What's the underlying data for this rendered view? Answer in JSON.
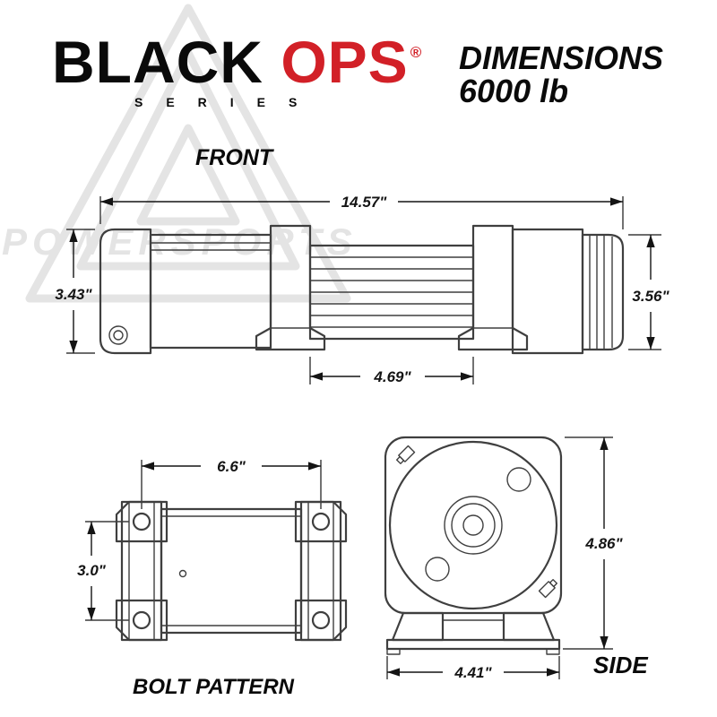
{
  "header": {
    "brand_black": "BLACK",
    "brand_ops": "OPS",
    "brand_reg": "®",
    "brand_series": "SERIES",
    "title_line1": "DIMENSIONS",
    "title_line2": "6000 lb"
  },
  "watermark": {
    "text": "POWERSPORTS"
  },
  "views": {
    "front": {
      "label": "FRONT",
      "dim_overall_width": "14.57\"",
      "dim_left_height": "3.43\"",
      "dim_right_height": "3.56\"",
      "dim_drum_width": "4.69\""
    },
    "bolt_pattern": {
      "label": "BOLT PATTERN",
      "dim_width": "6.6\"",
      "dim_height": "3.0\""
    },
    "side": {
      "label": "SIDE",
      "dim_height": "4.86\"",
      "dim_width": "4.41\""
    }
  },
  "colors": {
    "brand_red": "#d22027",
    "line": "#3f3f3f",
    "dim": "#141414",
    "wm": "#e4e4e4"
  }
}
